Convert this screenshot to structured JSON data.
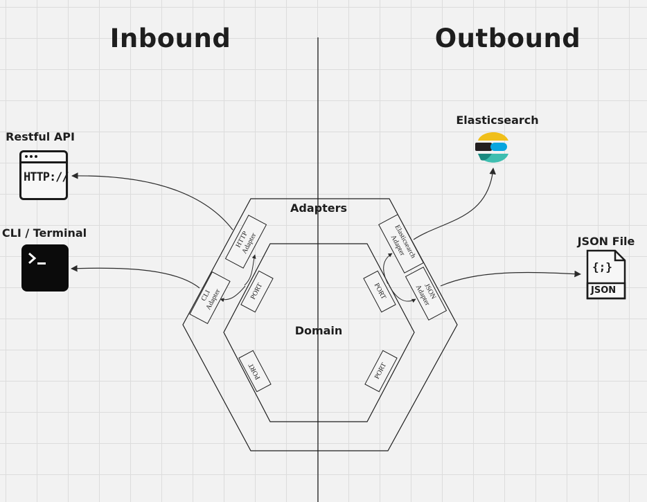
{
  "headings": {
    "inbound": "Inbound",
    "outbound": "Outbound"
  },
  "rings": {
    "outer": "Adapters",
    "inner": "Domain"
  },
  "external": {
    "restful_api": {
      "label": "Restful API",
      "icon": "http-window-icon",
      "icon_text": "HTTP://"
    },
    "cli_terminal": {
      "label": "CLI / Terminal",
      "icon": "terminal-icon"
    },
    "elasticsearch": {
      "label": "Elasticsearch",
      "icon": "elasticsearch-logo",
      "colors": [
        "#f0bf1a",
        "#07a5de",
        "#3ebeb0",
        "#231f20"
      ]
    },
    "json_file": {
      "label": "JSON File",
      "icon": "json-file-icon",
      "icon_text": "JSON",
      "icon_symbol": "{;}"
    }
  },
  "adapters": {
    "http": [
      "HTTP",
      "Adapter"
    ],
    "cli": [
      "CLI",
      "Adapter"
    ],
    "elasticsearch": [
      "Elasticsearch",
      "Adapter"
    ],
    "json": [
      "JSON",
      "Adapter"
    ]
  },
  "ports": {
    "inbound_top": "PORT",
    "outbound_top": "PORT",
    "inbound_bottom": "PORT",
    "outbound_bottom": "PORT"
  }
}
